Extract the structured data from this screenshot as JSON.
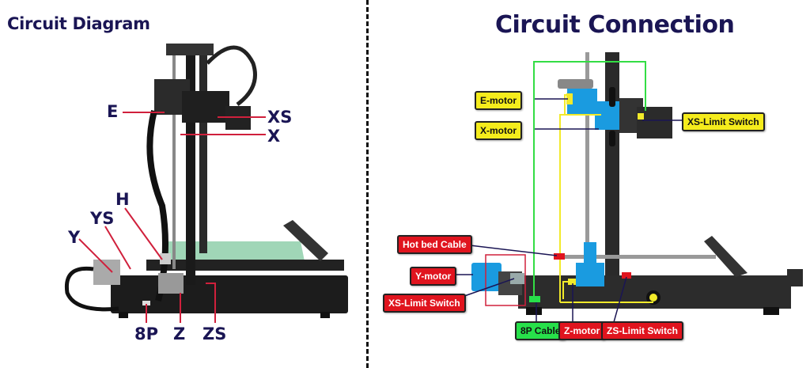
{
  "left_panel": {
    "title": "Circuit Diagram",
    "labels": {
      "e": "E",
      "xs": "XS",
      "x": "X",
      "h": "H",
      "ys": "YS",
      "y": "Y",
      "p8": "8P",
      "z": "Z",
      "zs": "ZS"
    }
  },
  "right_panel": {
    "title": "Circuit Connection",
    "tags": {
      "e_motor": "E-motor",
      "x_motor": "X-motor",
      "xs_limit_top": "XS-Limit Switch",
      "hot_bed": "Hot bed Cable",
      "y_motor": "Y-motor",
      "xs_limit_bottom": "XS-Limit Switch",
      "cable_8p": "8P Cable",
      "z_motor": "Z-motor",
      "zs_limit": "ZS-Limit Switch"
    }
  },
  "colors": {
    "title": "#1a1554",
    "leader_line": "#d0203c",
    "tag_yellow": "#f5ec1c",
    "tag_red": "#e0141e",
    "tag_green": "#27e04a",
    "wire_green": "#33dd44",
    "wire_yellow": "#f2ea2a",
    "motor_blue": "#1a9be0"
  }
}
